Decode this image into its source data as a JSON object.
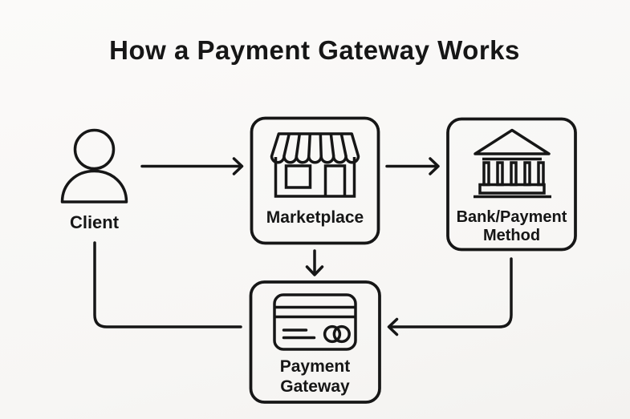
{
  "title": "How a Payment Gateway Works",
  "colors": {
    "background": "#f7f6f4",
    "line": "#161616",
    "text": "#161616"
  },
  "nodes": {
    "client": {
      "label": "Client",
      "icon": "person-icon",
      "boxed": false
    },
    "marketplace": {
      "label": "Marketplace",
      "icon": "storefront-icon",
      "boxed": true
    },
    "bank": {
      "label_line1": "Bank/Payment",
      "label_line2": "Method",
      "icon": "bank-icon",
      "boxed": true
    },
    "gateway": {
      "label_line1": "Payment",
      "label_line2": "Gateway",
      "icon": "credit-card-icon",
      "boxed": true
    }
  },
  "edges": [
    {
      "from": "client",
      "to": "marketplace",
      "shape": "straight-right",
      "arrowhead": true
    },
    {
      "from": "marketplace",
      "to": "bank",
      "shape": "straight-right",
      "arrowhead": true
    },
    {
      "from": "marketplace",
      "to": "gateway",
      "shape": "straight-down",
      "arrowhead": true
    },
    {
      "from": "bank",
      "to": "gateway",
      "shape": "down-then-left",
      "arrowhead": true
    },
    {
      "from": "gateway",
      "to": "client",
      "shape": "left-then-up",
      "arrowhead": false
    }
  ]
}
